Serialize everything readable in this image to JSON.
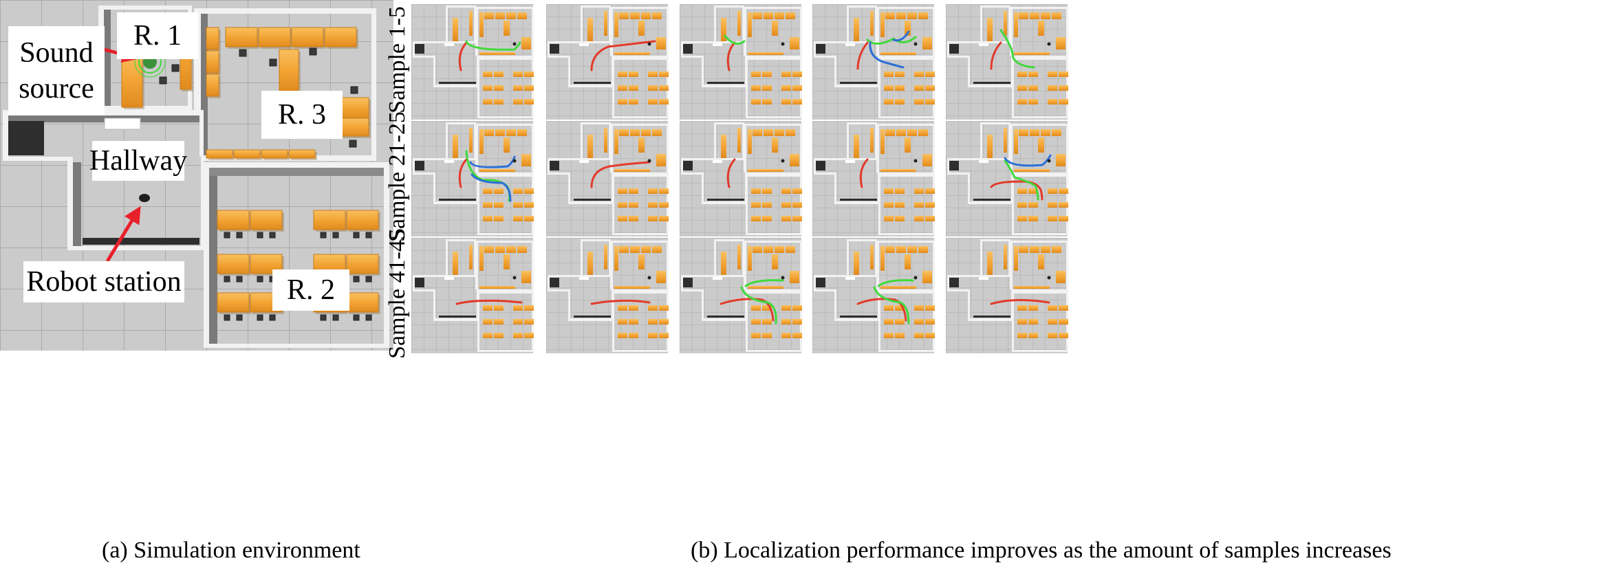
{
  "panel_a": {
    "labels": {
      "room1": "R. 1",
      "room2": "R. 2",
      "room3": "R. 3",
      "hallway": "Hallway",
      "sound_source_line1": "Sound",
      "sound_source_line2": "source",
      "robot_station": "Robot station"
    },
    "caption": "(a) Simulation environment"
  },
  "panel_b": {
    "row_labels": [
      "Sample 1-5",
      "Sample 21-25",
      "Sample 41-45"
    ],
    "caption": "(b) Localization performance improves as the amount of samples increases"
  },
  "colors": {
    "floor": "#c9c9c9",
    "wall": "#f2f2f2",
    "wall_shadow": "#6e6e6e",
    "desk": "#f0a030",
    "pointer_arrow": "#e8202a",
    "path_red": "#e23a2a",
    "path_green": "#3fd93a",
    "path_blue": "#2b6fd6"
  }
}
